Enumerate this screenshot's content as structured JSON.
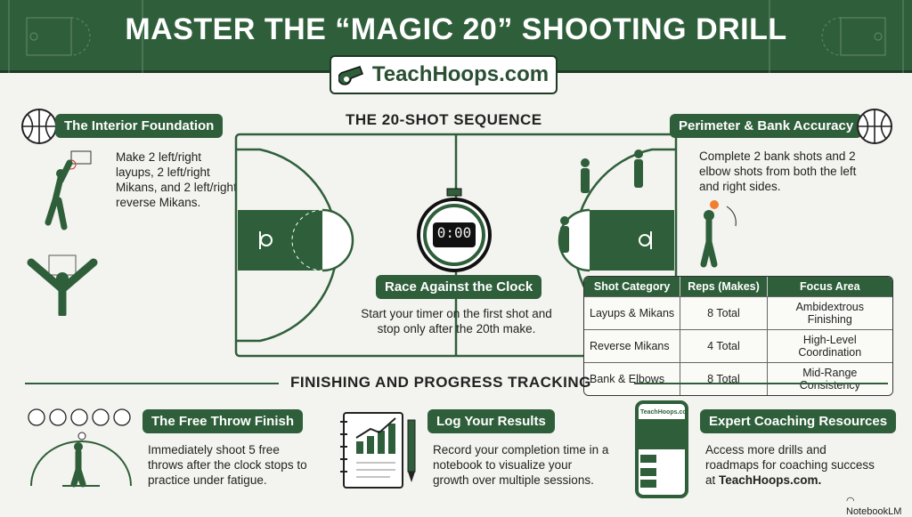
{
  "header": {
    "title": "MASTER THE “MAGIC 20” SHOOTING DRILL",
    "logo_text": "TeachHoops.com"
  },
  "interior": {
    "title": "The Interior Foundation",
    "text": "Make 2 left/right layups, 2 left/right Mikans, and 2 left/right reverse Mikans."
  },
  "sequence": {
    "title": "THE 20-SHOT SEQUENCE",
    "clock": "0:00"
  },
  "perimeter": {
    "title": "Perimeter & Bank Accuracy",
    "text": "Complete 2 bank shots and 2 elbow shots from both the left and right sides."
  },
  "race": {
    "title": "Race Against the Clock",
    "text": "Start your timer on the first shot and stop only after the 20th make."
  },
  "table": {
    "headers": [
      "Shot Category",
      "Reps (Makes)",
      "Focus Area"
    ],
    "rows": [
      [
        "Layups & Mikans",
        "8 Total",
        "Ambidextrous Finishing"
      ],
      [
        "Reverse Mikans",
        "4 Total",
        "High-Level Coordination"
      ],
      [
        "Bank & Elbows",
        "8 Total",
        "Mid-Range Consistency"
      ]
    ]
  },
  "finishing": {
    "title": "FINISHING AND PROGRESS TRACKING"
  },
  "free_throw": {
    "title": "The Free Throw Finish",
    "text": "Immediately shoot 5 free throws after the clock stops to practice under fatigue."
  },
  "log": {
    "title": "Log Your Results",
    "text": "Record your completion time in a notebook to visualize your growth over multiple sessions."
  },
  "expert": {
    "title": "Expert Coaching Resources",
    "text_pre": "Access more drills and roadmaps for coaching success at ",
    "text_bold": "TeachHoops.com.",
    "phone_brand": "TeachHoops.com"
  },
  "footer": {
    "brand": "NotebookLM"
  },
  "colors": {
    "green": "#2f5f3a",
    "dark": "#1e3a24",
    "bg": "#f3f3ef"
  }
}
